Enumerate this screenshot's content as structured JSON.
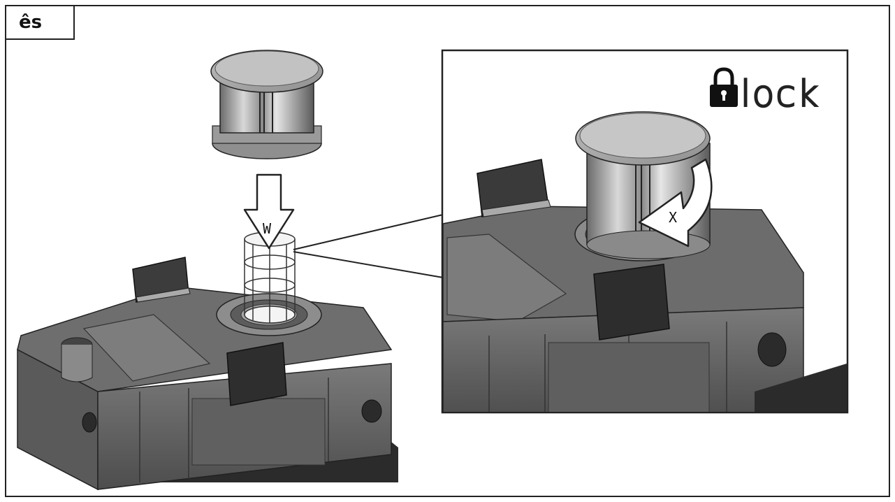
{
  "step": {
    "label": "ês"
  },
  "callouts": {
    "w": "W",
    "x": "X"
  },
  "lock": {
    "text": "lock",
    "icon": "padlock-icon"
  },
  "colors": {
    "border": "#222222",
    "device_dark": "#4a4a4a",
    "device_mid": "#6b6b6b",
    "device_light": "#9a9a9a"
  }
}
